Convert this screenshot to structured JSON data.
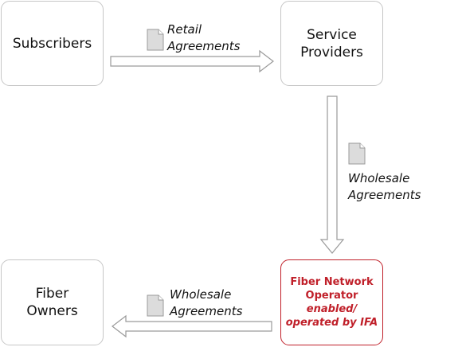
{
  "nodes": {
    "subscribers": "Subscribers",
    "service_providers": "Service\nProviders",
    "fiber_owners": "Fiber\nOwners",
    "operator_title": "Fiber Network\nOperator",
    "operator_subtitle": "enabled/\noperated by IFA"
  },
  "edges": {
    "retail": "Retail\nAgreements",
    "wholesale_vertical": "Wholesale\nAgreements",
    "wholesale_horizontal": "Wholesale\nAgreements"
  },
  "colors": {
    "box_border": "#c6c6c6",
    "operator_accent": "#c0202a",
    "arrow_fill": "#ffffff",
    "arrow_stroke": "#9a9a9a",
    "doc_fill": "#dcdcdc",
    "doc_stroke": "#9a9a9a"
  },
  "icons": {
    "edge_marker": "document-icon"
  }
}
